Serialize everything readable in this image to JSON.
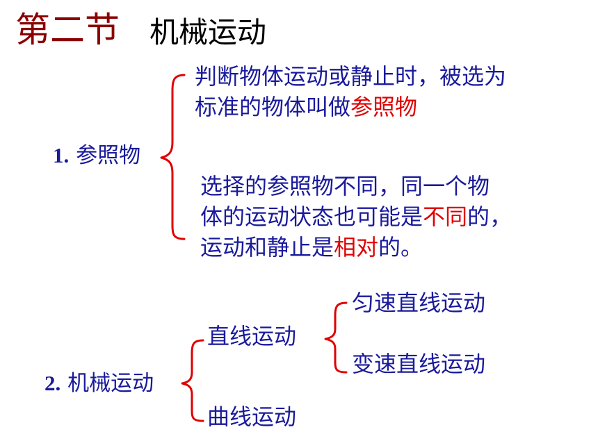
{
  "title": {
    "section": "第二节",
    "topic": "机械运动"
  },
  "point1": {
    "number": "1.",
    "label": "参照物",
    "definition": {
      "line1": "判断物体运动或静止时，被选为",
      "line2_prefix": "标准的物体叫做",
      "line2_highlight": "参照物"
    },
    "relativity": {
      "line1": "选择的参照物不同，同一个物",
      "line2_prefix": "体的运动状态也可能是",
      "line2_highlight": "不同",
      "line2_suffix": "的，",
      "line3_prefix": "运动和静止是",
      "line3_highlight": "相对",
      "line3_suffix": "的。"
    }
  },
  "point2": {
    "number": "2.",
    "label": "机械运动",
    "branches": {
      "linear": "直线运动",
      "curved": "曲线运动",
      "uniform": "匀速直线运动",
      "variable": "变速直线运动"
    }
  },
  "colors": {
    "title": "#8b0000",
    "text": "#1a1a9c",
    "highlight": "#e00000",
    "bracket": "#e00000"
  }
}
